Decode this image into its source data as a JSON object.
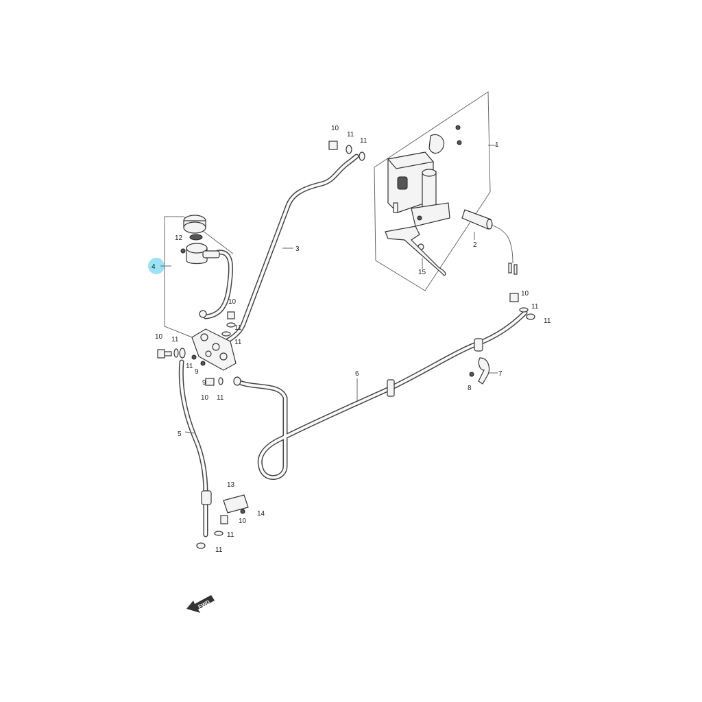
{
  "labels": {
    "p1": "1",
    "p2": "2",
    "p3": "3",
    "p4": "4",
    "p5": "5",
    "p6": "6",
    "p7": "7",
    "p8": "8",
    "p9a": "9",
    "p9b": "9",
    "p10_top": "10",
    "p11_top_a": "11",
    "p11_top_b": "11",
    "p12": "12",
    "p13": "13",
    "p14": "14",
    "p15": "15",
    "p10_mid": "10",
    "p11_mid_a": "11",
    "p11_mid_b": "11",
    "p10_left": "10",
    "p11_left": "11",
    "p11_left_b": "11",
    "p10_low": "10",
    "p11_low": "11",
    "p10_right": "10",
    "p11_right_a": "11",
    "p11_right_b": "11",
    "p10_bot": "10",
    "p11_bot_a": "11",
    "p11_bot_b": "11"
  },
  "fwd": "FWD",
  "highlight_color": "#7fdcf2"
}
